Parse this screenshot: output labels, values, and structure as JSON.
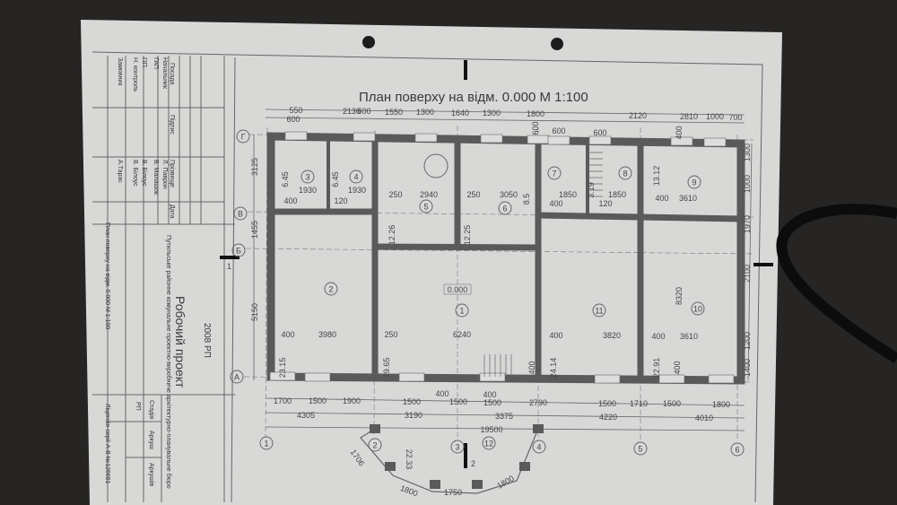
{
  "drawing": {
    "title": "План поверху на відм. 0.000  М 1:100",
    "level_mark": "0.000",
    "section_marks": [
      "1",
      "2"
    ],
    "axes_letters": [
      "Г",
      "В",
      "Б",
      "А"
    ],
    "axes_numbers": [
      "1",
      "2",
      "3",
      "4",
      "5",
      "6"
    ],
    "rooms": [
      "3",
      "4",
      "5",
      "6",
      "7",
      "8",
      "9",
      "2",
      "1",
      "11",
      "10",
      "12"
    ],
    "dims_top": [
      "550",
      "2130",
      "600",
      "1550",
      "1300",
      "1640",
      "1300",
      "1800",
      "2120",
      "2810",
      "1000",
      "700",
      "600",
      "600",
      "600",
      "600",
      "400"
    ],
    "dims_upper_rooms": [
      "400",
      "1930",
      "1930",
      "120",
      "250",
      "2940",
      "250",
      "3050",
      "1850",
      "1850",
      "400",
      "120",
      "400",
      "3610",
      "6.45",
      "6.45",
      "12.26",
      "12.25",
      "3.19",
      "13.12",
      "8.5"
    ],
    "dims_lower_rooms": [
      "400",
      "3980",
      "250",
      "6240",
      "400",
      "3820",
      "400",
      "3610",
      "23.15",
      "29.65",
      "24.14",
      "22.91",
      "8320",
      "400",
      "400"
    ],
    "dims_bottom_row1": [
      "1700",
      "1500",
      "1900",
      "1500",
      "1500",
      "1500",
      "400",
      "400",
      "2790",
      "1500",
      "1710",
      "1500",
      "1800"
    ],
    "dims_bottom_row2": [
      "4305",
      "3190",
      "3375",
      "4220",
      "4010"
    ],
    "dims_total": "19500",
    "dims_left": [
      "3125",
      "1455",
      "5150"
    ],
    "dims_right": [
      "1300",
      "1000",
      "1970",
      "2100",
      "1200",
      "1400"
    ],
    "dims_bay": [
      "1706",
      "1800",
      "1750",
      "1800",
      "22.33"
    ]
  },
  "title_block": {
    "headers": [
      "Посада",
      "Підпис",
      "Прізвище",
      "Дата"
    ],
    "positions": [
      "Начальник",
      "ГАП",
      "ГІП",
      "Н. контроль",
      "Замовник"
    ],
    "names": [
      "Л. Паврон",
      "В. Малашок",
      "В. Білоус",
      "В. Білоус",
      "А.Тарас"
    ],
    "organization": "Путильське районне комунальне проектно-виробниче архітектурно-планувальне бюро",
    "sheet_title": "План поверху на відм. 0.000 М 1:100",
    "project_type": "Робочий проект",
    "code": "2008 РП",
    "stage_label": "Стадія",
    "stage_value": "РП",
    "sheet_label": "Аркуш",
    "sheets_label": "Аркушів",
    "license": "Ліцензія серії А-В №126651"
  },
  "colors": {
    "background": "#262524",
    "paper": "#d9d9d9",
    "walls": "#5a5a5a",
    "lines": "#555555",
    "cable": "#0c0c0c"
  }
}
